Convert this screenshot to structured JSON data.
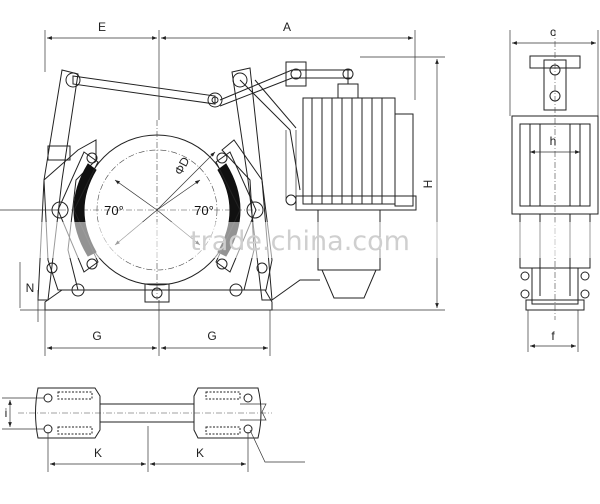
{
  "dimensions": {
    "E": "E",
    "A": "A",
    "H": "H",
    "G_left": "G",
    "G_right": "G",
    "N": "N",
    "D": "ΦD",
    "c": "c",
    "h": "h",
    "f": "f",
    "K_left": "K",
    "K_right": "K",
    "i": "i"
  },
  "angles": {
    "left": "70°",
    "right": "70°"
  },
  "watermark": "trade.china.com"
}
